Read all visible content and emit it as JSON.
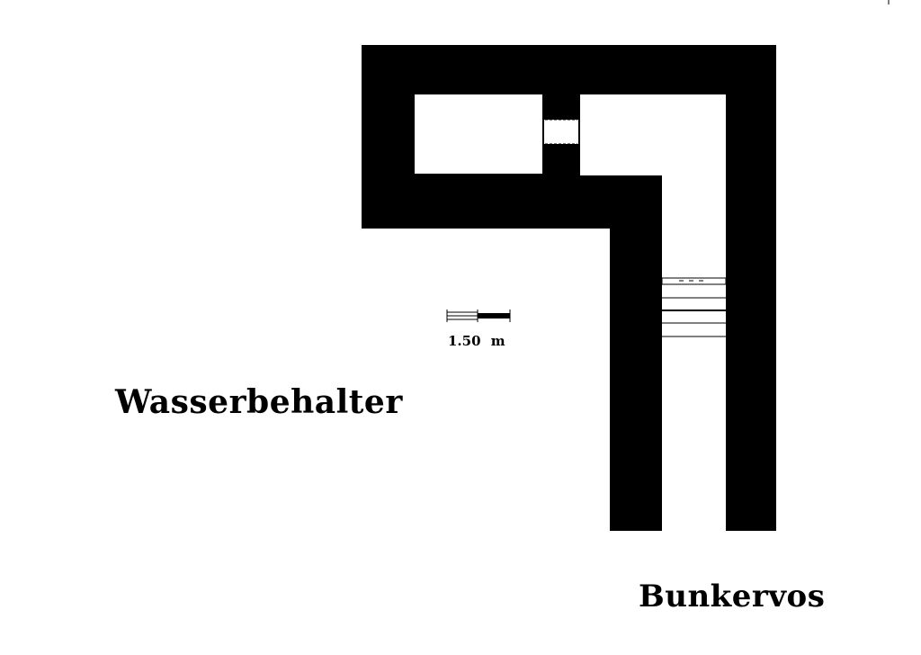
{
  "diagram": {
    "labels": {
      "left_title": "Wasserbehalter",
      "right_title": "Bunkervos"
    },
    "scale_bar": {
      "text": "1.50  m"
    },
    "colors": {
      "wall": "#000000",
      "background": "#ffffff"
    }
  }
}
